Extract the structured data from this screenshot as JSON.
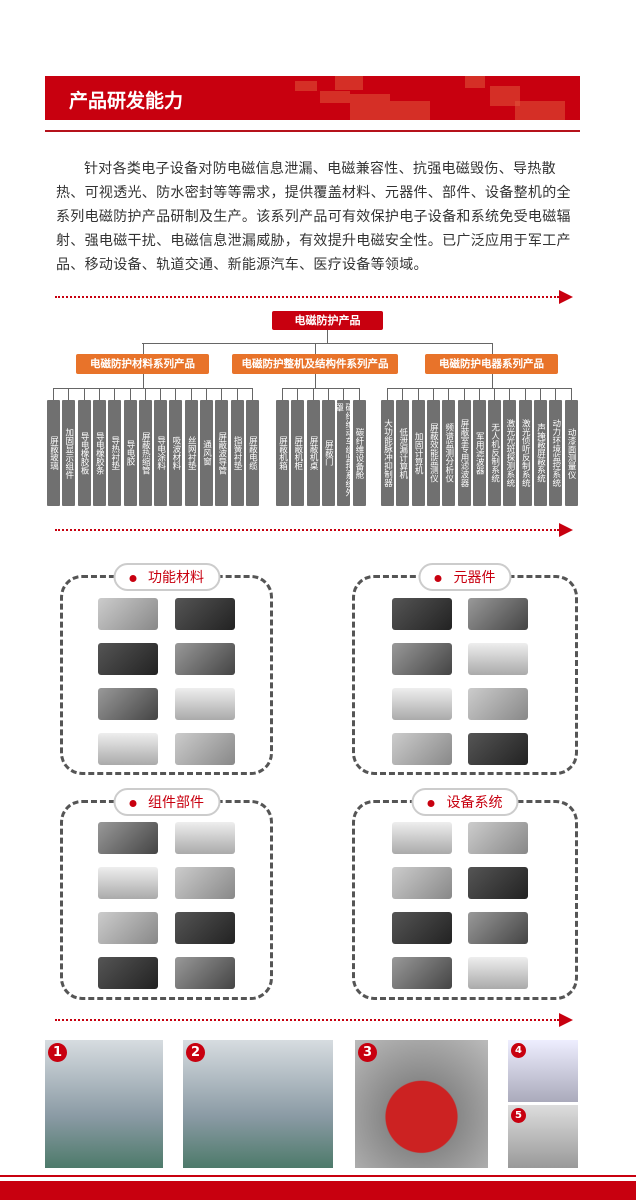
{
  "header": {
    "title": "产品研发能力"
  },
  "intro": "针对各类电子设备对防电磁信息泄漏、电磁兼容性、抗强电磁毁伤、导热散热、可视透光、防水密封等等需求，提供覆盖材料、元器件、部件、设备整机的全系列电磁防护产品研制及生产。该系列产品可有效保护电子设备和系统免受电磁辐射、强电磁干扰、电磁信息泄漏威胁，有效提升电磁安全性。已广泛应用于军工产品、移动设备、轨道交通、新能源汽车、医疗设备等领域。",
  "tree": {
    "root": "电磁防护产品",
    "categories": [
      {
        "label": "电磁防护材料系列产品",
        "items": [
          "屏蔽玻璃",
          "加固显示组件",
          "导电橡胶板",
          "导电橡胶条",
          "导热衬垫",
          "导电胶",
          "屏蔽热缩管",
          "导电涂料",
          "吸波材料",
          "丝网衬垫",
          "通风窗",
          "屏蔽波导管",
          "指簧衬垫",
          "屏蔽电缆"
        ]
      },
      {
        "label": "电磁防护整机及结构件系列产品",
        "items": [
          "屏蔽机箱",
          "屏蔽机柜",
          "屏蔽机桌",
          "屏蔽门",
          "碳纤维动车组监控系统外罩",
          "碳纤维设备舱"
        ]
      },
      {
        "label": "电磁防护电器系列产品",
        "items": [
          "大功能脉冲抑制器",
          "低泄漏计算机",
          "加固计算机",
          "屏蔽效能监测仪",
          "频谱监测分析仪",
          "屏蔽室专用滤波器",
          "军用滤波器",
          "无人机反制系统",
          "激光光斑探测系统",
          "激光侦听反制系统",
          "声掩蔽屏蔽系统",
          "动力环境监控系统",
          "动漆面测量仪"
        ]
      }
    ]
  },
  "panels": [
    {
      "title": "功能材料"
    },
    {
      "title": "元器件"
    },
    {
      "title": "组件部件"
    },
    {
      "title": "设备系统"
    }
  ],
  "photos": [
    "1",
    "2",
    "3",
    "4",
    "5"
  ],
  "colors": {
    "brand": "#c8000f",
    "accent": "#e8732a",
    "bar": "#707070"
  }
}
